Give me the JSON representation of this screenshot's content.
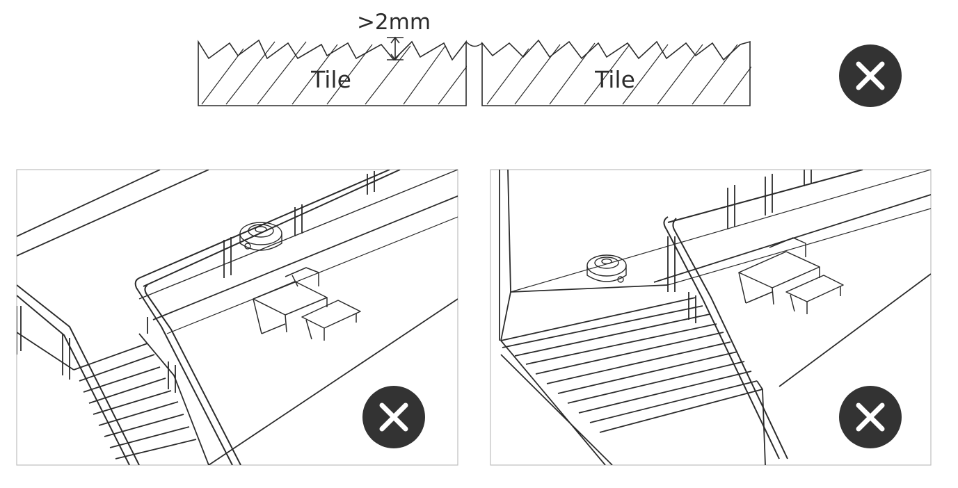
{
  "tile_section": {
    "height_label": ">2mm",
    "left_tile_label": "Tile",
    "right_tile_label": "Tile"
  },
  "icons": {
    "top": "close-icon",
    "scene_left": "close-icon",
    "scene_right": "close-icon"
  },
  "colors": {
    "icon_background": "#333333",
    "icon_glyph": "#ffffff",
    "line": "#2b2b2b",
    "frame": "#bdbdbd"
  }
}
